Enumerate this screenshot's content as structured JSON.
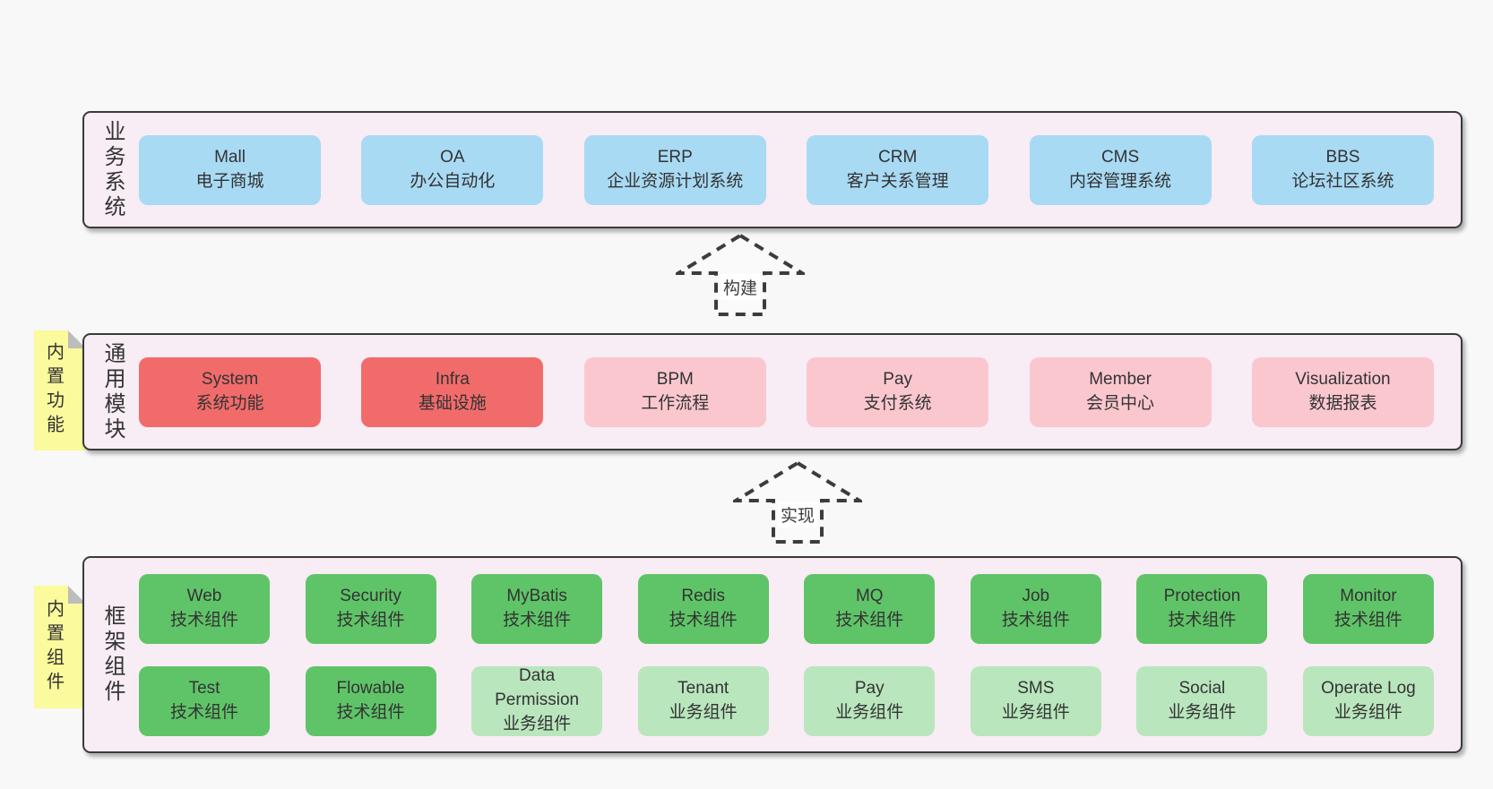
{
  "colors": {
    "page_bg": "#f8f8f8",
    "band_bg": "#f8ecf5",
    "band_border": "#3a3a3a",
    "blue": "#a8daf4",
    "red": "#f26b6b",
    "pink": "#fbc7cf",
    "green": "#5fc468",
    "light_green": "#b9e6bd",
    "note_yellow": "#fbfa9c",
    "fold_gray": "#bdbdbd",
    "arrow": "#3c3c3c",
    "text": "#333333"
  },
  "bands": [
    {
      "label": "业务系统",
      "note": null,
      "rows": [
        [
          {
            "title": "Mall",
            "subtitle": "电子商城",
            "color": "blue"
          },
          {
            "title": "OA",
            "subtitle": "办公自动化",
            "color": "blue"
          },
          {
            "title": "ERP",
            "subtitle": "企业资源计划系统",
            "color": "blue"
          },
          {
            "title": "CRM",
            "subtitle": "客户关系管理",
            "color": "blue"
          },
          {
            "title": "CMS",
            "subtitle": "内容管理系统",
            "color": "blue"
          },
          {
            "title": "BBS",
            "subtitle": "论坛社区系统",
            "color": "blue"
          }
        ]
      ]
    },
    {
      "label": "通用模块",
      "note": "内置功能",
      "rows": [
        [
          {
            "title": "System",
            "subtitle": "系统功能",
            "color": "red"
          },
          {
            "title": "Infra",
            "subtitle": "基础设施",
            "color": "red"
          },
          {
            "title": "BPM",
            "subtitle": "工作流程",
            "color": "pink"
          },
          {
            "title": "Pay",
            "subtitle": "支付系统",
            "color": "pink"
          },
          {
            "title": "Member",
            "subtitle": "会员中心",
            "color": "pink"
          },
          {
            "title": "Visualization",
            "subtitle": "数据报表",
            "color": "pink"
          }
        ]
      ]
    },
    {
      "label": "框架组件",
      "note": "内置组件",
      "rows": [
        [
          {
            "title": "Web",
            "subtitle": "技术组件",
            "color": "green"
          },
          {
            "title": "Security",
            "subtitle": "技术组件",
            "color": "green"
          },
          {
            "title": "MyBatis",
            "subtitle": "技术组件",
            "color": "green"
          },
          {
            "title": "Redis",
            "subtitle": "技术组件",
            "color": "green"
          },
          {
            "title": "MQ",
            "subtitle": "技术组件",
            "color": "green"
          },
          {
            "title": "Job",
            "subtitle": "技术组件",
            "color": "green"
          },
          {
            "title": "Protection",
            "subtitle": "技术组件",
            "color": "green"
          },
          {
            "title": "Monitor",
            "subtitle": "技术组件",
            "color": "green"
          }
        ],
        [
          {
            "title": "Test",
            "subtitle": "技术组件",
            "color": "green"
          },
          {
            "title": "Flowable",
            "subtitle": "技术组件",
            "color": "green"
          },
          {
            "title": "Data Permission",
            "subtitle": "业务组件",
            "color": "light_green"
          },
          {
            "title": "Tenant",
            "subtitle": "业务组件",
            "color": "light_green"
          },
          {
            "title": "Pay",
            "subtitle": "业务组件",
            "color": "light_green"
          },
          {
            "title": "SMS",
            "subtitle": "业务组件",
            "color": "light_green"
          },
          {
            "title": "Social",
            "subtitle": "业务组件",
            "color": "light_green"
          },
          {
            "title": "Operate Log",
            "subtitle": "业务组件",
            "color": "light_green"
          }
        ]
      ]
    }
  ],
  "arrows": [
    {
      "label": "构建"
    },
    {
      "label": "实现"
    }
  ]
}
